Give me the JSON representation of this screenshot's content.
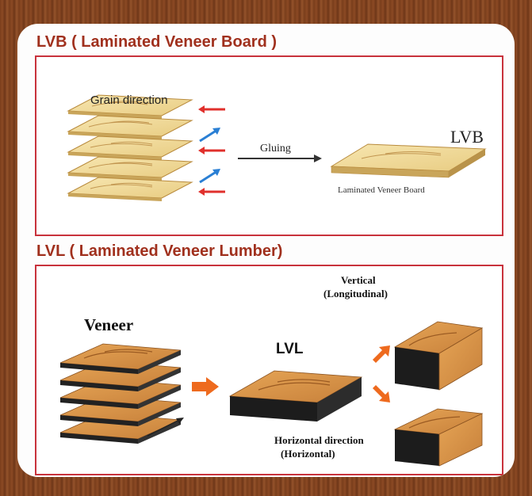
{
  "lvb": {
    "heading": "LVB  ( Laminated Veneer Board )",
    "grain_direction": "Grain direction",
    "gluing": "Gluing",
    "product_label": "LVB",
    "product_caption": "Laminated Veneer Board"
  },
  "lvl": {
    "heading": "LVL  ( Laminated Veneer Lumber)",
    "veneer": "Veneer",
    "product_label": "LVL",
    "vertical_title": "Vertical",
    "vertical_sub": "(Longitudinal)",
    "horizontal_title": "Horizontal direction",
    "horizontal_sub": "(Horizontal)"
  },
  "colors": {
    "heading": "#a0301d",
    "frame": "#c8323c",
    "wood": "#d99a4a",
    "veneer_sheet": "#f2dca0",
    "arrow_red": "#e0302c",
    "arrow_blue": "#2a7fd4",
    "arrow_orange": "#ee6a1e"
  }
}
